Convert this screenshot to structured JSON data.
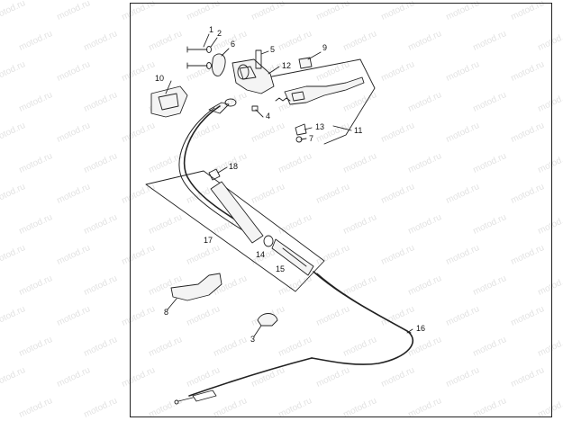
{
  "watermark": "motod.ru",
  "colors": {
    "line": "#222222",
    "part_fill": "#f4f4f4",
    "watermark": "#969696"
  },
  "callouts": [
    {
      "id": "1",
      "label": "1"
    },
    {
      "id": "2",
      "label": "2"
    },
    {
      "id": "3",
      "label": "3"
    },
    {
      "id": "4",
      "label": "4"
    },
    {
      "id": "5",
      "label": "5"
    },
    {
      "id": "6",
      "label": "6"
    },
    {
      "id": "7",
      "label": "7"
    },
    {
      "id": "8",
      "label": "8"
    },
    {
      "id": "9",
      "label": "9"
    },
    {
      "id": "10",
      "label": "10"
    },
    {
      "id": "11",
      "label": "11"
    },
    {
      "id": "12",
      "label": "12"
    },
    {
      "id": "13",
      "label": "13"
    },
    {
      "id": "14",
      "label": "14"
    },
    {
      "id": "15",
      "label": "15"
    },
    {
      "id": "16",
      "label": "16"
    },
    {
      "id": "17",
      "label": "17"
    },
    {
      "id": "18",
      "label": "18"
    }
  ]
}
